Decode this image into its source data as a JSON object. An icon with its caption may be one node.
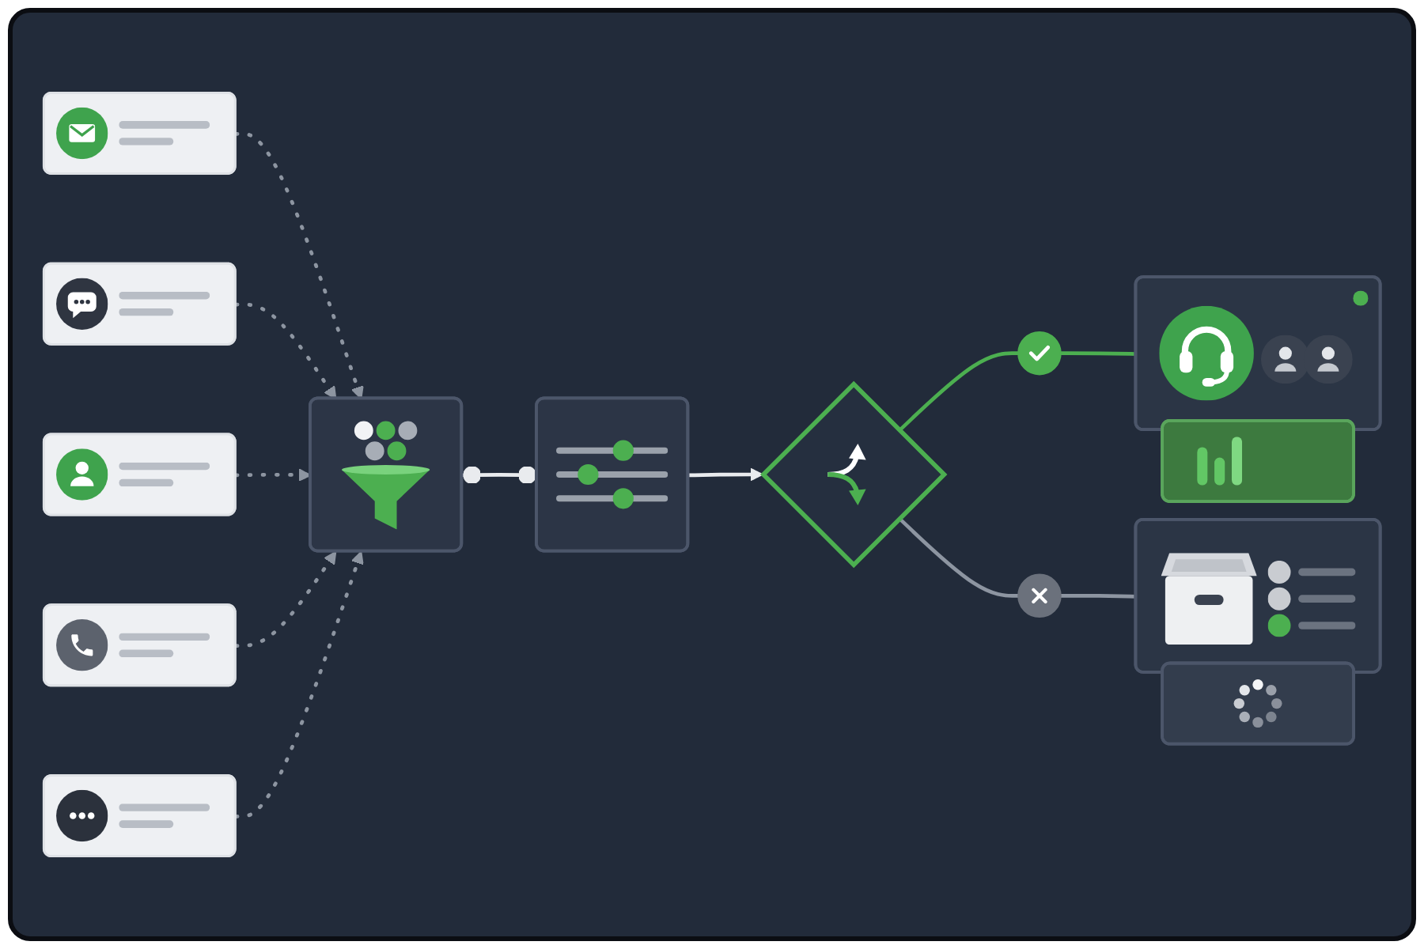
{
  "diagram": {
    "nodes": [
      {
        "text": [],
        "shape": "picture"
      },
      {
        "text": [],
        "shape": "picture"
      },
      {
        "text": [],
        "shape": "picture"
      },
      {
        "text": [],
        "shape": "picture"
      },
      {
        "text": [],
        "shape": "picture"
      },
      {
        "text": [],
        "shape": "picture"
      },
      {
        "text": [],
        "shape": "picture"
      },
      {
        "text": [],
        "shape": "diamond"
      },
      {
        "text": [],
        "shape": "circle"
      },
      {
        "text": [],
        "shape": "picture"
      },
      {
        "text": [],
        "shape": "picture"
      },
      {
        "text": [],
        "shape": "circle"
      },
      {
        "text": [],
        "shape": "picture"
      },
      {
        "text": [],
        "shape": "picture"
      }
    ],
    "edges": [
      {
        "from": 0,
        "to": 5,
        "arrow": "to",
        "style": "dashed"
      },
      {
        "from": 1,
        "to": 5,
        "arrow": "to",
        "style": "dashed"
      },
      {
        "from": 2,
        "to": 5,
        "arrow": "to",
        "style": "dashed"
      },
      {
        "from": 3,
        "to": 5,
        "arrow": "to",
        "style": "dashed"
      },
      {
        "from": 4,
        "to": 5,
        "arrow": "to",
        "style": "dashed"
      },
      {
        "from": 5,
        "to": 6,
        "arrow": "other",
        "color": "#e9ebee"
      },
      {
        "from": 6,
        "to": 7,
        "arrow": "to",
        "color": "#e9ebee"
      },
      {
        "from": 7,
        "to": 8,
        "arrow": "none",
        "color": "#4caf50"
      },
      {
        "from": 8,
        "to": 9,
        "arrow": "none",
        "color": "#4caf50"
      },
      {
        "from": 7,
        "to": 11,
        "arrow": "none"
      },
      {
        "from": 11,
        "to": 12,
        "arrow": "none"
      }
    ]
  }
}
